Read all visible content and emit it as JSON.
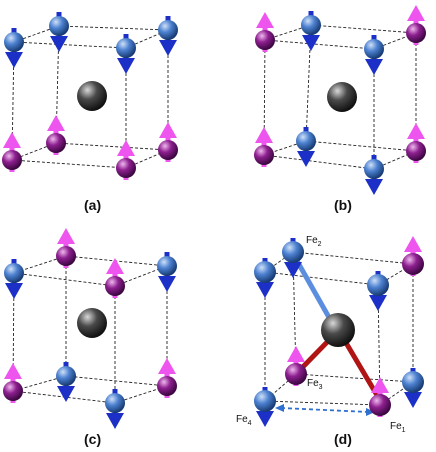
{
  "panels": [
    {
      "id": "a",
      "label": "(a)"
    },
    {
      "id": "b",
      "label": "(b)"
    },
    {
      "id": "c",
      "label": "(c)"
    },
    {
      "id": "d",
      "label": "(d)"
    }
  ],
  "fe_labels": {
    "fe1": {
      "base": "Fe",
      "sub": "1"
    },
    "fe2": {
      "base": "Fe",
      "sub": "2"
    },
    "fe3": {
      "base": "Fe",
      "sub": "3"
    },
    "fe4": {
      "base": "Fe",
      "sub": "4"
    }
  },
  "colors": {
    "blue_atom": "#3f74c4",
    "purple_atom": "#8a1f8c",
    "center_atom": "#3b3b3b",
    "spin_down_arrow": "#1c30c8",
    "spin_up_arrow": "#ee55ee",
    "bond_blue": "#5b8ede",
    "bond_red": "#b01414",
    "dashed_link": "#2f6fd0",
    "cell_edge": "#222222"
  }
}
